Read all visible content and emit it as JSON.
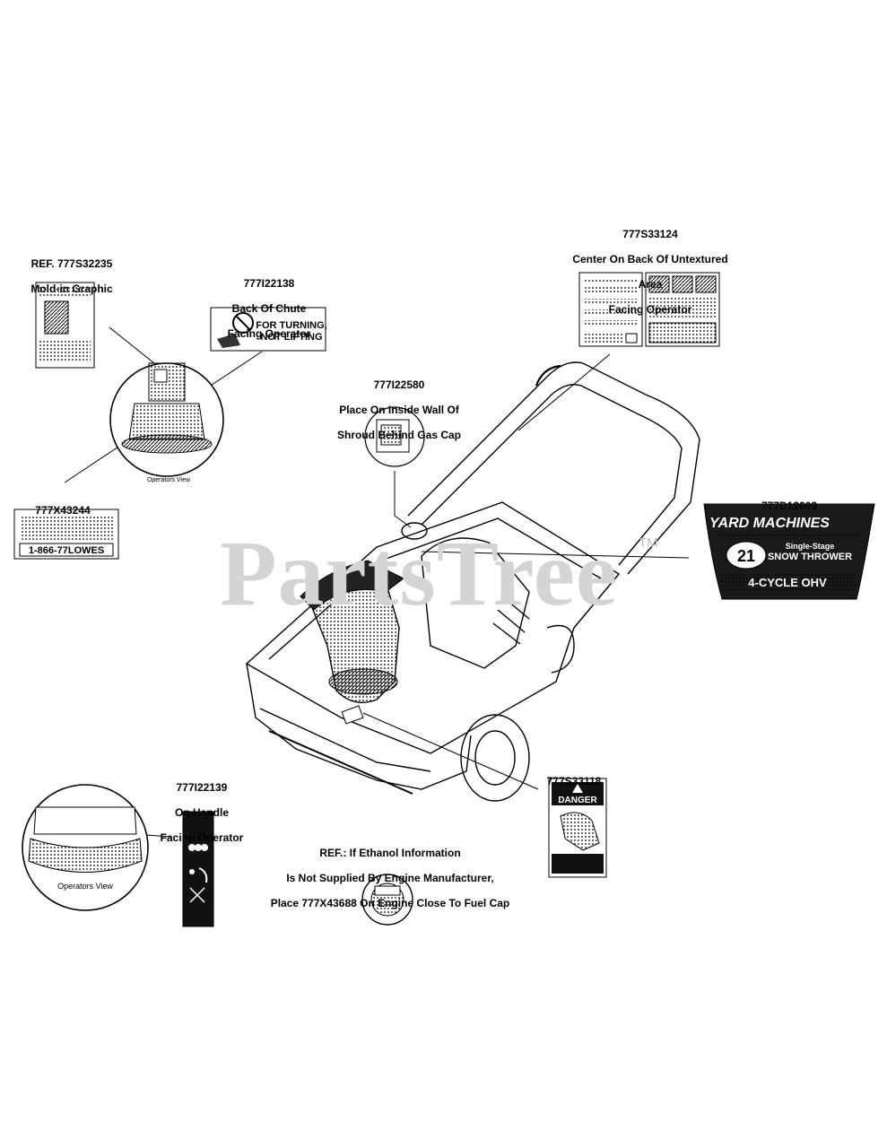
{
  "watermark": {
    "text": "PartsTree",
    "tm": "TM"
  },
  "callouts": {
    "c1": {
      "line1": "REF. 777S32235",
      "line2": "Mold-in Graphic"
    },
    "c2": {
      "line1": "777I22138",
      "line2": "Back Of Chute",
      "line3": "Facing Operator"
    },
    "c3": {
      "line1": "777S33124",
      "line2": "Center On Back Of Untextured",
      "line3": "Area",
      "line4": "Facing Operator"
    },
    "c4": {
      "line1": "777I22580",
      "line2": "Place On Inside Wall Of",
      "line3": "Shroud Behind Gas Cap"
    },
    "c5": {
      "line1": "777X43244"
    },
    "c6": {
      "line1": "777D12603"
    },
    "c7": {
      "line1": "777I22139",
      "line2": "On Handle",
      "line3": "Facing Operator"
    },
    "c8": {
      "line1": "REF.: If Ethanol Information",
      "line2": "Is Not Supplied By Engine Manufacturer,",
      "line3": "Place 777X43688 On Engine Close To Fuel Cap"
    },
    "c9": {
      "line1": "777S33118"
    }
  },
  "decals": {
    "chute": {
      "line1": "FOR TURNING,",
      "line2": "NOT LIFTING"
    },
    "phone": {
      "line1": "1-866-77LOWES"
    },
    "brand": {
      "name": "YARD MACHINES",
      "size": "21",
      "line1": "Single-Stage",
      "line2": "SNOW THROWER",
      "line3": "4-CYCLE OHV"
    },
    "danger": {
      "heading": "DANGER"
    }
  },
  "views": {
    "left": "Operators View",
    "bottom": "Operators View"
  }
}
